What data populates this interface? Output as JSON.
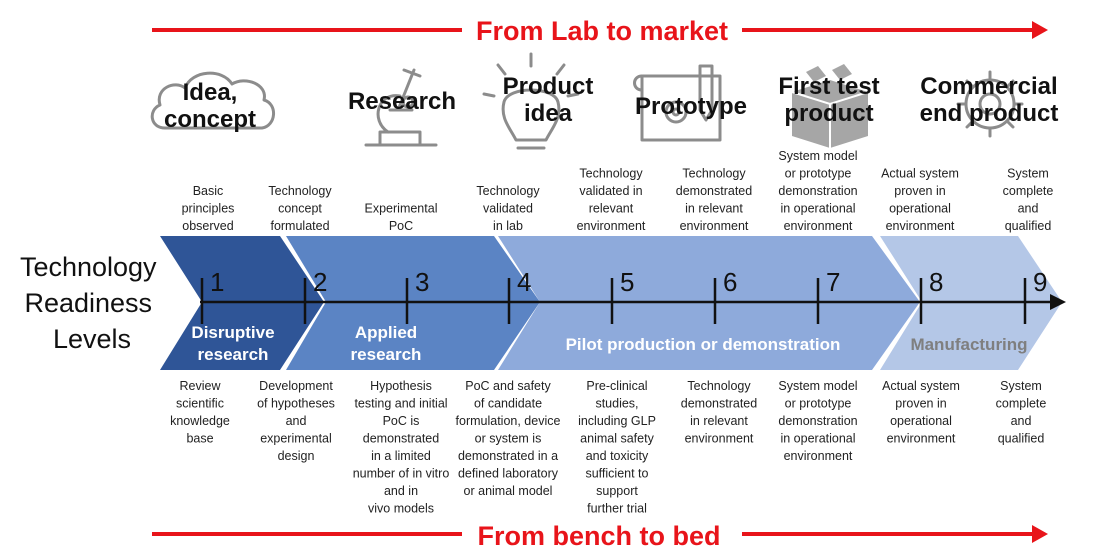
{
  "top_banner": "From Lab to market",
  "bottom_banner": "From bench to bed",
  "row_label": [
    "Technology",
    "Readiness",
    "Levels"
  ],
  "stages": [
    {
      "lines": [
        "Idea,",
        "concept"
      ],
      "icon": "cloud-icon"
    },
    {
      "lines": [
        "Research"
      ],
      "icon": "microscope-icon"
    },
    {
      "lines": [
        "Product",
        "idea"
      ],
      "icon": "lightbulb-icon"
    },
    {
      "lines": [
        "Prototype"
      ],
      "icon": "blueprint-icon"
    },
    {
      "lines": [
        "First test",
        "product"
      ],
      "icon": "box-icon"
    },
    {
      "lines": [
        "Commercial",
        "end product"
      ],
      "icon": "gear-icon"
    }
  ],
  "levels": [
    "1",
    "2",
    "3",
    "4",
    "5",
    "6",
    "7",
    "8",
    "9"
  ],
  "phases": [
    {
      "lines": [
        "Disruptive",
        "research"
      ],
      "color": "#2f5597"
    },
    {
      "lines": [
        "Applied",
        "research"
      ],
      "color": "#5b84c4"
    },
    {
      "lines": [
        "Pilot production or demonstration"
      ],
      "color": "#8eaadb"
    },
    {
      "lines": [
        "Manufacturing"
      ],
      "color": "#b4c7e7",
      "text_color": "#7f7f7f"
    }
  ],
  "technology_descriptions": [
    [
      "Basic",
      "principles",
      "observed"
    ],
    [
      "Technology",
      "concept",
      "formulated"
    ],
    [
      "Experimental",
      "PoC"
    ],
    [
      "Technology",
      "validated",
      "in lab"
    ],
    [
      "Technology",
      "validated in",
      "relevant",
      "environment"
    ],
    [
      "Technology",
      "demonstrated",
      "in relevant",
      "environment"
    ],
    [
      "System model",
      "or prototype",
      "demonstration",
      "in operational",
      "environment"
    ],
    [
      "Actual system",
      "proven in",
      "operational",
      "environment"
    ],
    [
      "System",
      "complete",
      "and",
      "qualified"
    ]
  ],
  "medical_descriptions": [
    [
      "Review",
      "scientific",
      "knowledge",
      "base"
    ],
    [
      "Development",
      "of hypotheses",
      "and",
      "experimental",
      "design"
    ],
    [
      "Hypothesis",
      "testing and initial",
      "PoC is",
      "demonstrated",
      "in a limited",
      "number of in vitro",
      "and in",
      "vivo models"
    ],
    [
      "PoC and safety",
      "of candidate",
      "formulation, device",
      "or system is",
      "demonstrated in a",
      "defined laboratory",
      "or animal model"
    ],
    [
      "Pre-clinical",
      "studies,",
      "including GLP",
      "animal safety",
      "and toxicity",
      "sufficient to",
      "support",
      "further trial"
    ],
    [
      "Technology",
      "demonstrated",
      "in relevant",
      "environment"
    ],
    [
      "System model",
      "or prototype",
      "demonstration",
      "in operational",
      "environment"
    ],
    [
      "Actual system",
      "proven in",
      "operational",
      "environment"
    ],
    [
      "System",
      "complete",
      "and",
      "qualified"
    ]
  ],
  "colors": {
    "banner": "#e8141a",
    "axis": "#111111",
    "icon": "#8c8c8c"
  }
}
